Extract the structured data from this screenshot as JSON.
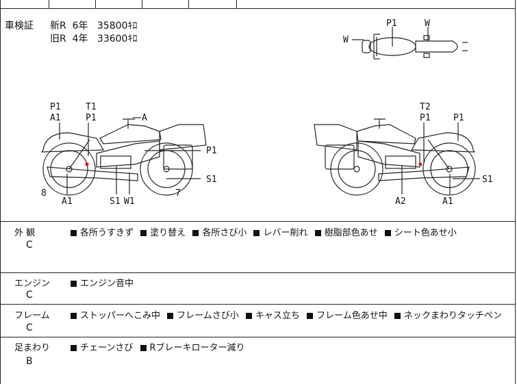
{
  "shaken": {
    "label": "車検証",
    "rows": [
      {
        "type": "新R",
        "years": "6年",
        "distance": "35800ｷﾛ"
      },
      {
        "type": "旧R",
        "years": "4年",
        "distance": "33600ｷﾛ"
      }
    ]
  },
  "diagram_labels": {
    "top_view": {
      "p1": "P1",
      "w_top": "W",
      "w_left": "W"
    },
    "left_view": {
      "p1_top": "P1",
      "a1_top": "A1",
      "t1": "T1",
      "p1_mid": "P1",
      "a": "A",
      "p1_right": "P1",
      "s1_right": "S1",
      "num_8": "8",
      "num_7": "7",
      "a1_bottom": "A1",
      "s1_bottom": "S1",
      "w1_bottom": "W1"
    },
    "right_view": {
      "t2": "T2",
      "p1_mid": "P1",
      "p1_right": "P1",
      "s1_right": "S1",
      "a2": "A2",
      "a1": "A1"
    }
  },
  "sections": [
    {
      "name": "外 観",
      "grade": "C",
      "items": [
        "各所うすきず",
        "塗り替え",
        "各所さび小",
        "レバー削れ",
        "樹脂部色あせ",
        "シート色あせ小"
      ]
    },
    {
      "name": "エンジン",
      "grade": "C",
      "items": [
        "エンジン音中"
      ]
    },
    {
      "name": "フレーム",
      "grade": "C",
      "items": [
        "ストッパーへこみ中",
        "フレームさび小",
        "キャス立ち",
        "フレーム色あせ中",
        "ネックまわりタッチペン"
      ]
    },
    {
      "name": "足まわり",
      "grade": "B",
      "items": [
        "チェーンさび",
        "Rブレーキローター減り"
      ]
    }
  ],
  "colors": {
    "line": "#222222",
    "mark": "#cc2222"
  }
}
